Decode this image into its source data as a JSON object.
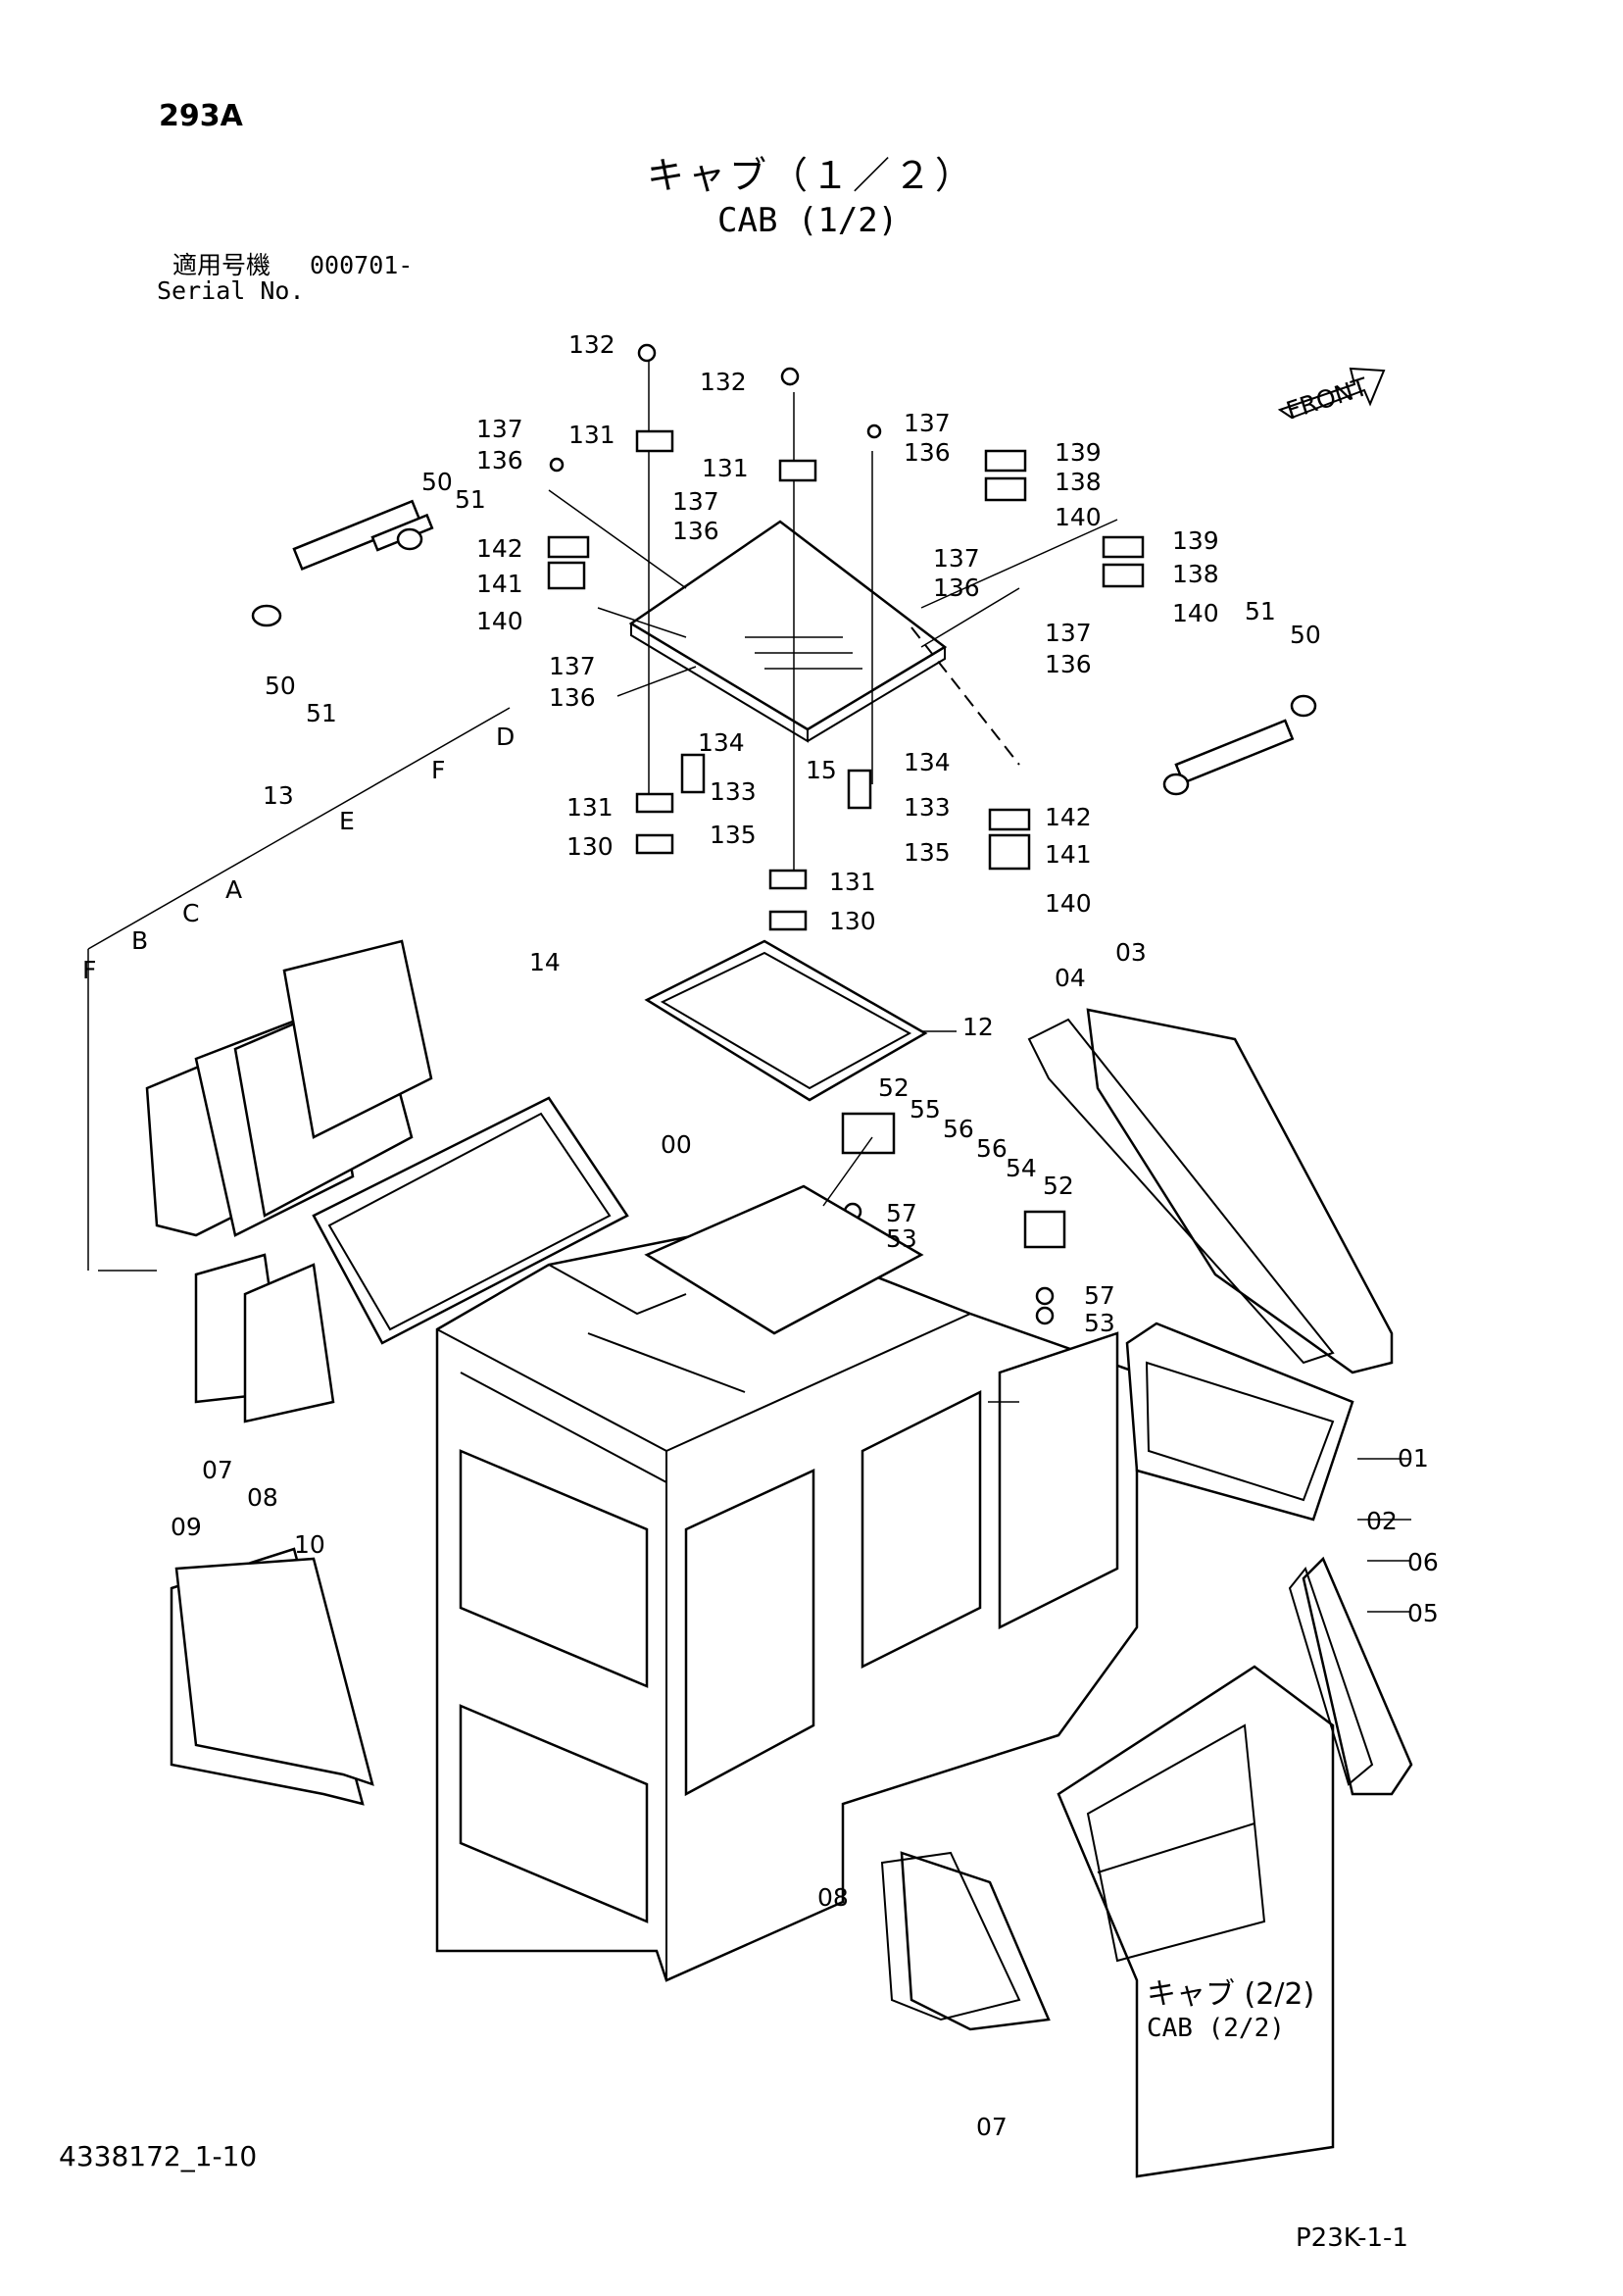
{
  "header": {
    "page_code": "293A",
    "title_ja": "キャブ（１／２）",
    "title_en": "CAB (1/2)",
    "serial_label_ja": "適用号機",
    "serial_value": "000701-",
    "serial_label_en": "Serial No."
  },
  "front_marker": "FRONT",
  "cross_reference": {
    "label_ja": "キャブ (2/2)",
    "label_en": "CAB (2/2)"
  },
  "footer": {
    "doc_id": "4338172_1-10",
    "page_ref": "P23K-1-1"
  },
  "callouts": [
    "132",
    "132",
    "131",
    "131",
    "137",
    "136",
    "137",
    "136",
    "50",
    "51",
    "142",
    "141",
    "140",
    "50",
    "51",
    "137",
    "136",
    "137",
    "136",
    "139",
    "138",
    "140",
    "139",
    "138",
    "140",
    "137",
    "136",
    "137",
    "136",
    "51",
    "50",
    "134",
    "15",
    "134",
    "133",
    "133",
    "131",
    "135",
    "130",
    "135",
    "142",
    "141",
    "140",
    "131",
    "130",
    "12",
    "13",
    "E",
    "F",
    "D",
    "A",
    "C",
    "B",
    "F",
    "14",
    "00",
    "52",
    "55",
    "56",
    "56",
    "54",
    "52",
    "57",
    "53",
    "57",
    "53",
    "04",
    "03",
    "01",
    "02",
    "06",
    "05",
    "07",
    "08",
    "09",
    "10",
    "08",
    "07"
  ]
}
